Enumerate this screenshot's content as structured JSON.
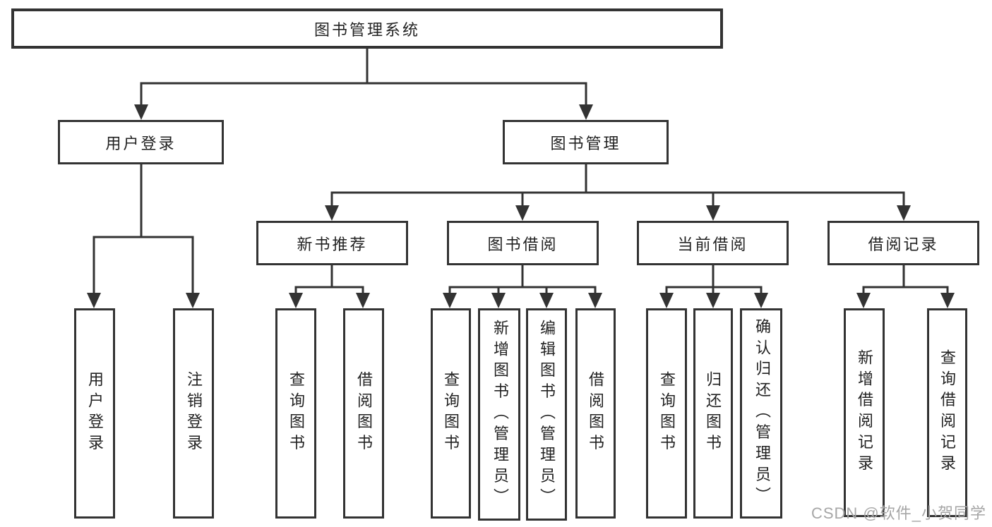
{
  "nodes": {
    "root": "图书管理系统",
    "user_login": "用户登录",
    "book_management": "图书管理",
    "new_book_recommend": "新书推荐",
    "book_borrow": "图书借阅",
    "current_borrow": "当前借阅",
    "borrow_records": "借阅记录",
    "leaf_user_login": "用户登录",
    "leaf_logout": "注销登录",
    "leaf_recommend_query_books": "查询图书",
    "leaf_recommend_borrow_books": "借阅图书",
    "leaf_borrow_query_books": "查询图书",
    "leaf_borrow_add_books_admin": "新增图书（管理员）",
    "leaf_borrow_edit_books_admin": "编辑图书（管理员）",
    "leaf_borrow_borrow_books": "借阅图书",
    "leaf_current_query_books": "查询图书",
    "leaf_current_return_books": "归还图书",
    "leaf_current_confirm_return_admin": "确认归还（管理员）",
    "leaf_records_add_record": "新增借阅记录",
    "leaf_records_query_record": "查询借阅记录"
  },
  "watermark": "CSDN @软件_小贺同学",
  "colors": {
    "line": "#333333",
    "box_border": "#333333",
    "box_background": "#ffffff",
    "text": "#222222",
    "watermark": "#a6a6a6"
  }
}
